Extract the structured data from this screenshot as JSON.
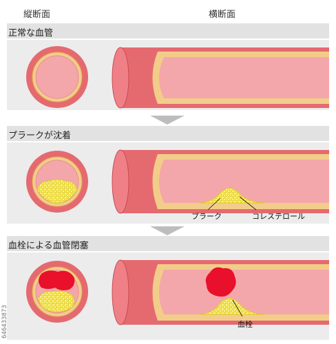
{
  "headers": {
    "left": "縦断面",
    "right": "横断面"
  },
  "sections": [
    {
      "title": "正常な血管"
    },
    {
      "title": "プラークが沈着"
    },
    {
      "title": "血栓による血管閉塞"
    }
  ],
  "labels": {
    "plaque": "プラーク",
    "cholesterol": "コレステロール",
    "thrombus": "血栓"
  },
  "watermark": "646433873",
  "colors": {
    "vessel_outer": "#e56a70",
    "vessel_outer_dark": "#c94a52",
    "vessel_wall": "#f2cd8a",
    "vessel_lumen": "#f4a7aa",
    "plaque": "#f6e84a",
    "thrombus": "#e8102a",
    "panel": "#ececec",
    "arrow": "#bdbdbd"
  }
}
